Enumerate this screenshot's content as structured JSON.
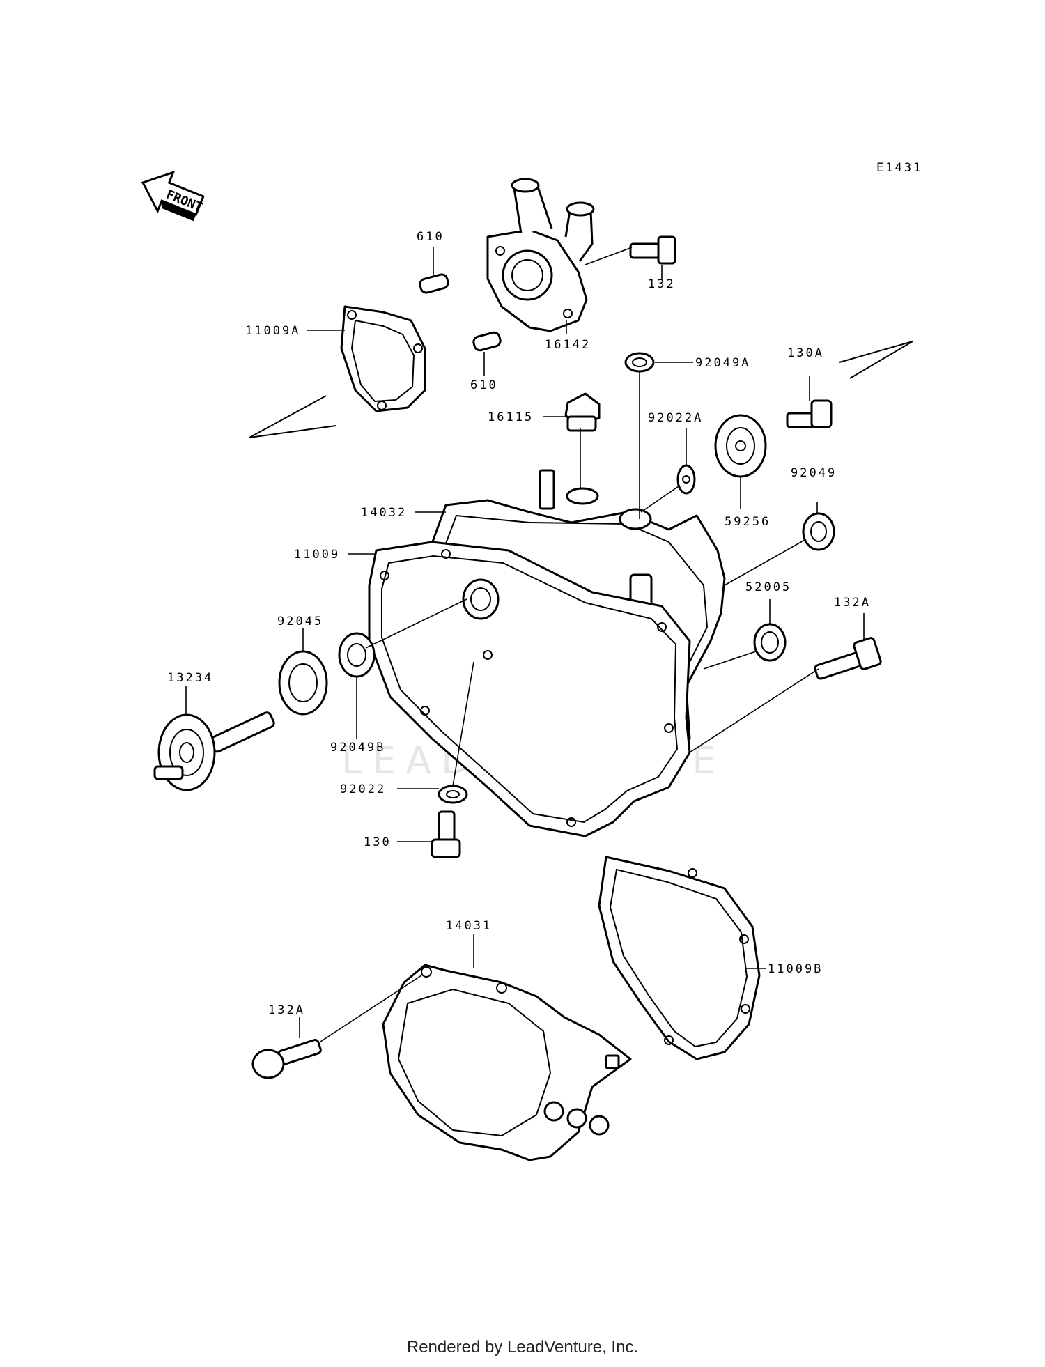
{
  "diagram_code": "E1431",
  "front_label": "FRONT",
  "watermark": "LEADVENTURE",
  "footer": "Rendered by LeadVenture, Inc.",
  "callouts": {
    "p610_top": "610",
    "p610_bottom": "610",
    "p11009A": "11009A",
    "p132": "132",
    "p16142": "16142",
    "p92049A": "92049A",
    "p130A": "130A",
    "p16115": "16115",
    "p92022A": "92022A",
    "p92049": "92049",
    "p59256": "59256",
    "p14032": "14032",
    "p11009": "11009",
    "p52005": "52005",
    "p132A_right": "132A",
    "p92045": "92045",
    "p13234": "13234",
    "p92049B": "92049B",
    "p92022": "92022",
    "p130": "130",
    "p14031": "14031",
    "p11009B": "11009B",
    "p132A_left": "132A"
  }
}
